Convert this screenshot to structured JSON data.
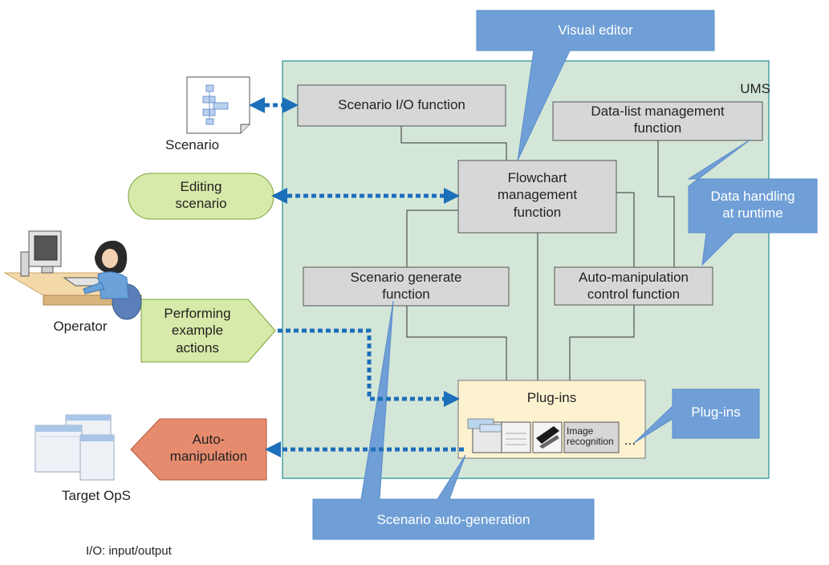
{
  "ums_label": "UMS",
  "scenario_io": "Scenario I/O function",
  "data_list": [
    "Data-list management",
    "function"
  ],
  "flowchart": [
    "Flowchart",
    "management",
    "function"
  ],
  "scenario_generate": [
    "Scenario generate",
    "function"
  ],
  "auto_control": [
    "Auto-manipulation",
    "control function"
  ],
  "plugins_box": {
    "title": "Plug-ins",
    "image_recognition": [
      "Image",
      "recognition"
    ],
    "ellipsis": "..."
  },
  "left": {
    "scenario": "Scenario",
    "editing": [
      "Editing",
      "scenario"
    ],
    "operator": "Operator",
    "performing": [
      "Performing",
      "example",
      "actions"
    ],
    "auto_manip": [
      "Auto-",
      "manipulation"
    ],
    "target": "Target OpS"
  },
  "callouts": {
    "visual_editor": "Visual editor",
    "data_handling": [
      "Data handling",
      "at runtime"
    ],
    "plugins": "Plug-ins",
    "scenario_auto": "Scenario auto-generation"
  },
  "footnote": "I/O: input/output",
  "colors": {
    "panel": "#d4e6d8",
    "panel_border": "#4aa1a3",
    "box": "#d7d7d7",
    "callout": "#6f9fd6",
    "plugins_fill": "#fcf2d0",
    "green": "#d7eaa9",
    "orange": "#e68b6e",
    "arrow": "#1c6fb9"
  }
}
